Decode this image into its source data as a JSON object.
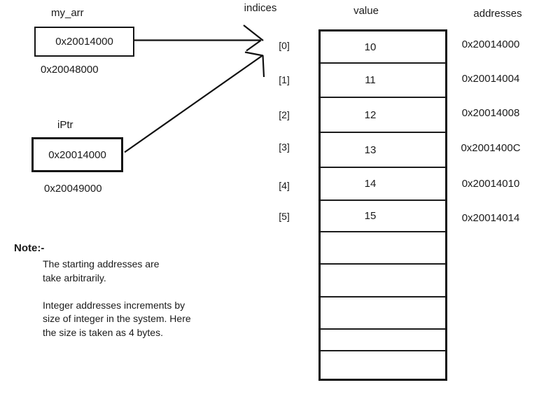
{
  "diagram": {
    "background": "#ffffff",
    "line_color": "#111111",
    "text_color": "#1a1a1a"
  },
  "pointers": [
    {
      "name": "my_arr",
      "value": "0x20014000",
      "address": "0x20048000"
    },
    {
      "name": "iPtr",
      "value": "0x20014000",
      "address": "0x20049000"
    }
  ],
  "columns": {
    "indices": "indices",
    "value": "value",
    "addresses": "addresses"
  },
  "array": {
    "indices": [
      "[0]",
      "[1]",
      "[2]",
      "[3]",
      "[4]",
      "[5]"
    ],
    "values": [
      "10",
      "11",
      "12",
      "13",
      "14",
      "15"
    ],
    "addresses": [
      "0x20014000",
      "0x20014004",
      "0x20014008",
      "0x2001400C",
      "0x20014010",
      "0x20014014"
    ],
    "empty_cell_count": 5
  },
  "arrows": [
    {
      "name": "my-arr-arrow",
      "from": "my_arr box",
      "to": "array element [0]"
    },
    {
      "name": "iptr-arrow",
      "from": "iPtr box",
      "to": "array element [0]"
    }
  ],
  "note": {
    "title": "Note:-",
    "lines": [
      "The starting addresses are",
      "take arbitrarily.",
      "",
      "Integer addresses increments by",
      "size of integer in the system. Here",
      "the size is taken as 4 bytes."
    ]
  }
}
